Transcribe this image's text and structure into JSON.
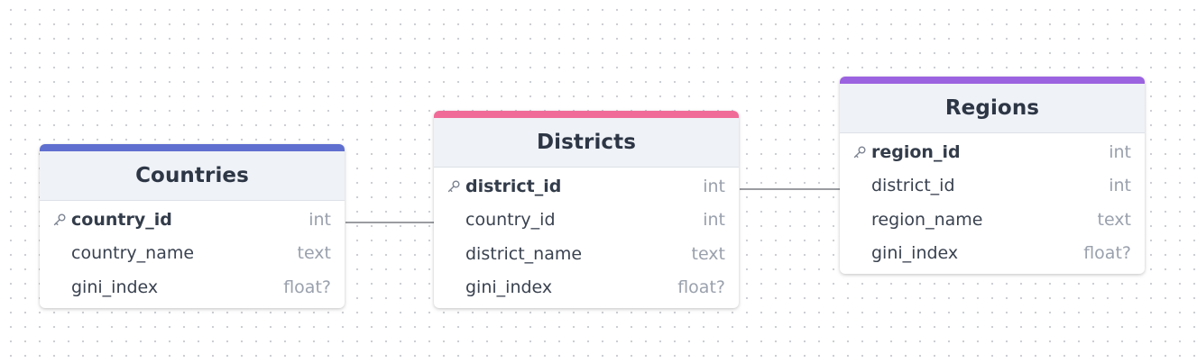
{
  "colors": {
    "countries_accent": "#5f6fcf",
    "districts_accent": "#f06b98",
    "regions_accent": "#9b63e0",
    "edge": "#9a9ca1"
  },
  "tables": {
    "countries": {
      "title": "Countries",
      "columns": [
        {
          "name": "country_id",
          "type": "int",
          "primary_key": true
        },
        {
          "name": "country_name",
          "type": "text",
          "primary_key": false
        },
        {
          "name": "gini_index",
          "type": "float?",
          "primary_key": false
        }
      ]
    },
    "districts": {
      "title": "Districts",
      "columns": [
        {
          "name": "district_id",
          "type": "int",
          "primary_key": true
        },
        {
          "name": "country_id",
          "type": "int",
          "primary_key": false
        },
        {
          "name": "district_name",
          "type": "text",
          "primary_key": false
        },
        {
          "name": "gini_index",
          "type": "float?",
          "primary_key": false
        }
      ]
    },
    "regions": {
      "title": "Regions",
      "columns": [
        {
          "name": "region_id",
          "type": "int",
          "primary_key": true
        },
        {
          "name": "district_id",
          "type": "int",
          "primary_key": false
        },
        {
          "name": "region_name",
          "type": "text",
          "primary_key": false
        },
        {
          "name": "gini_index",
          "type": "float?",
          "primary_key": false
        }
      ]
    }
  },
  "relations": [
    {
      "from_table": "countries",
      "from_column": "country_id",
      "to_table": "districts",
      "to_column": "country_id"
    },
    {
      "from_table": "districts",
      "from_column": "district_id",
      "to_table": "regions",
      "to_column": "district_id"
    }
  ]
}
